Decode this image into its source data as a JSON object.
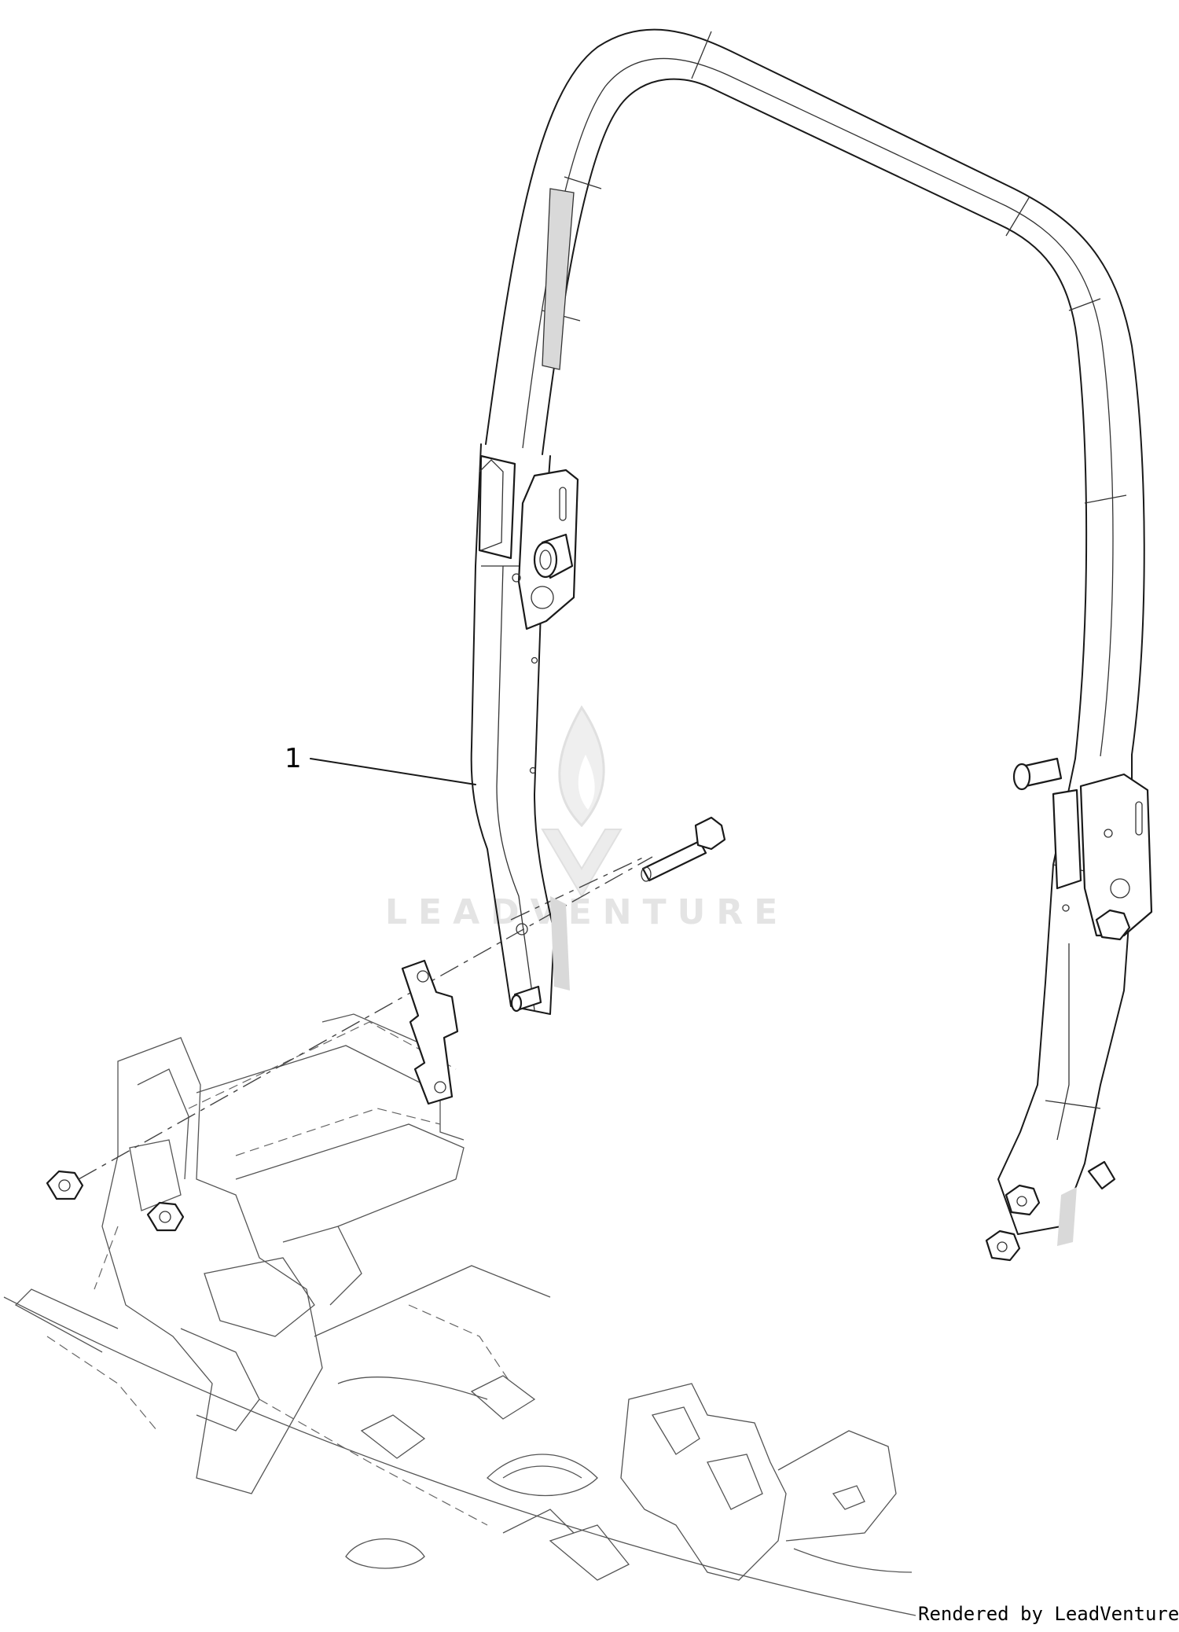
{
  "diagram": {
    "callouts": [
      {
        "label": "1"
      }
    ],
    "watermark": {
      "text": "LEADVENTURE"
    },
    "footer": {
      "credit": "Rendered by LeadVenture, Inc."
    }
  }
}
